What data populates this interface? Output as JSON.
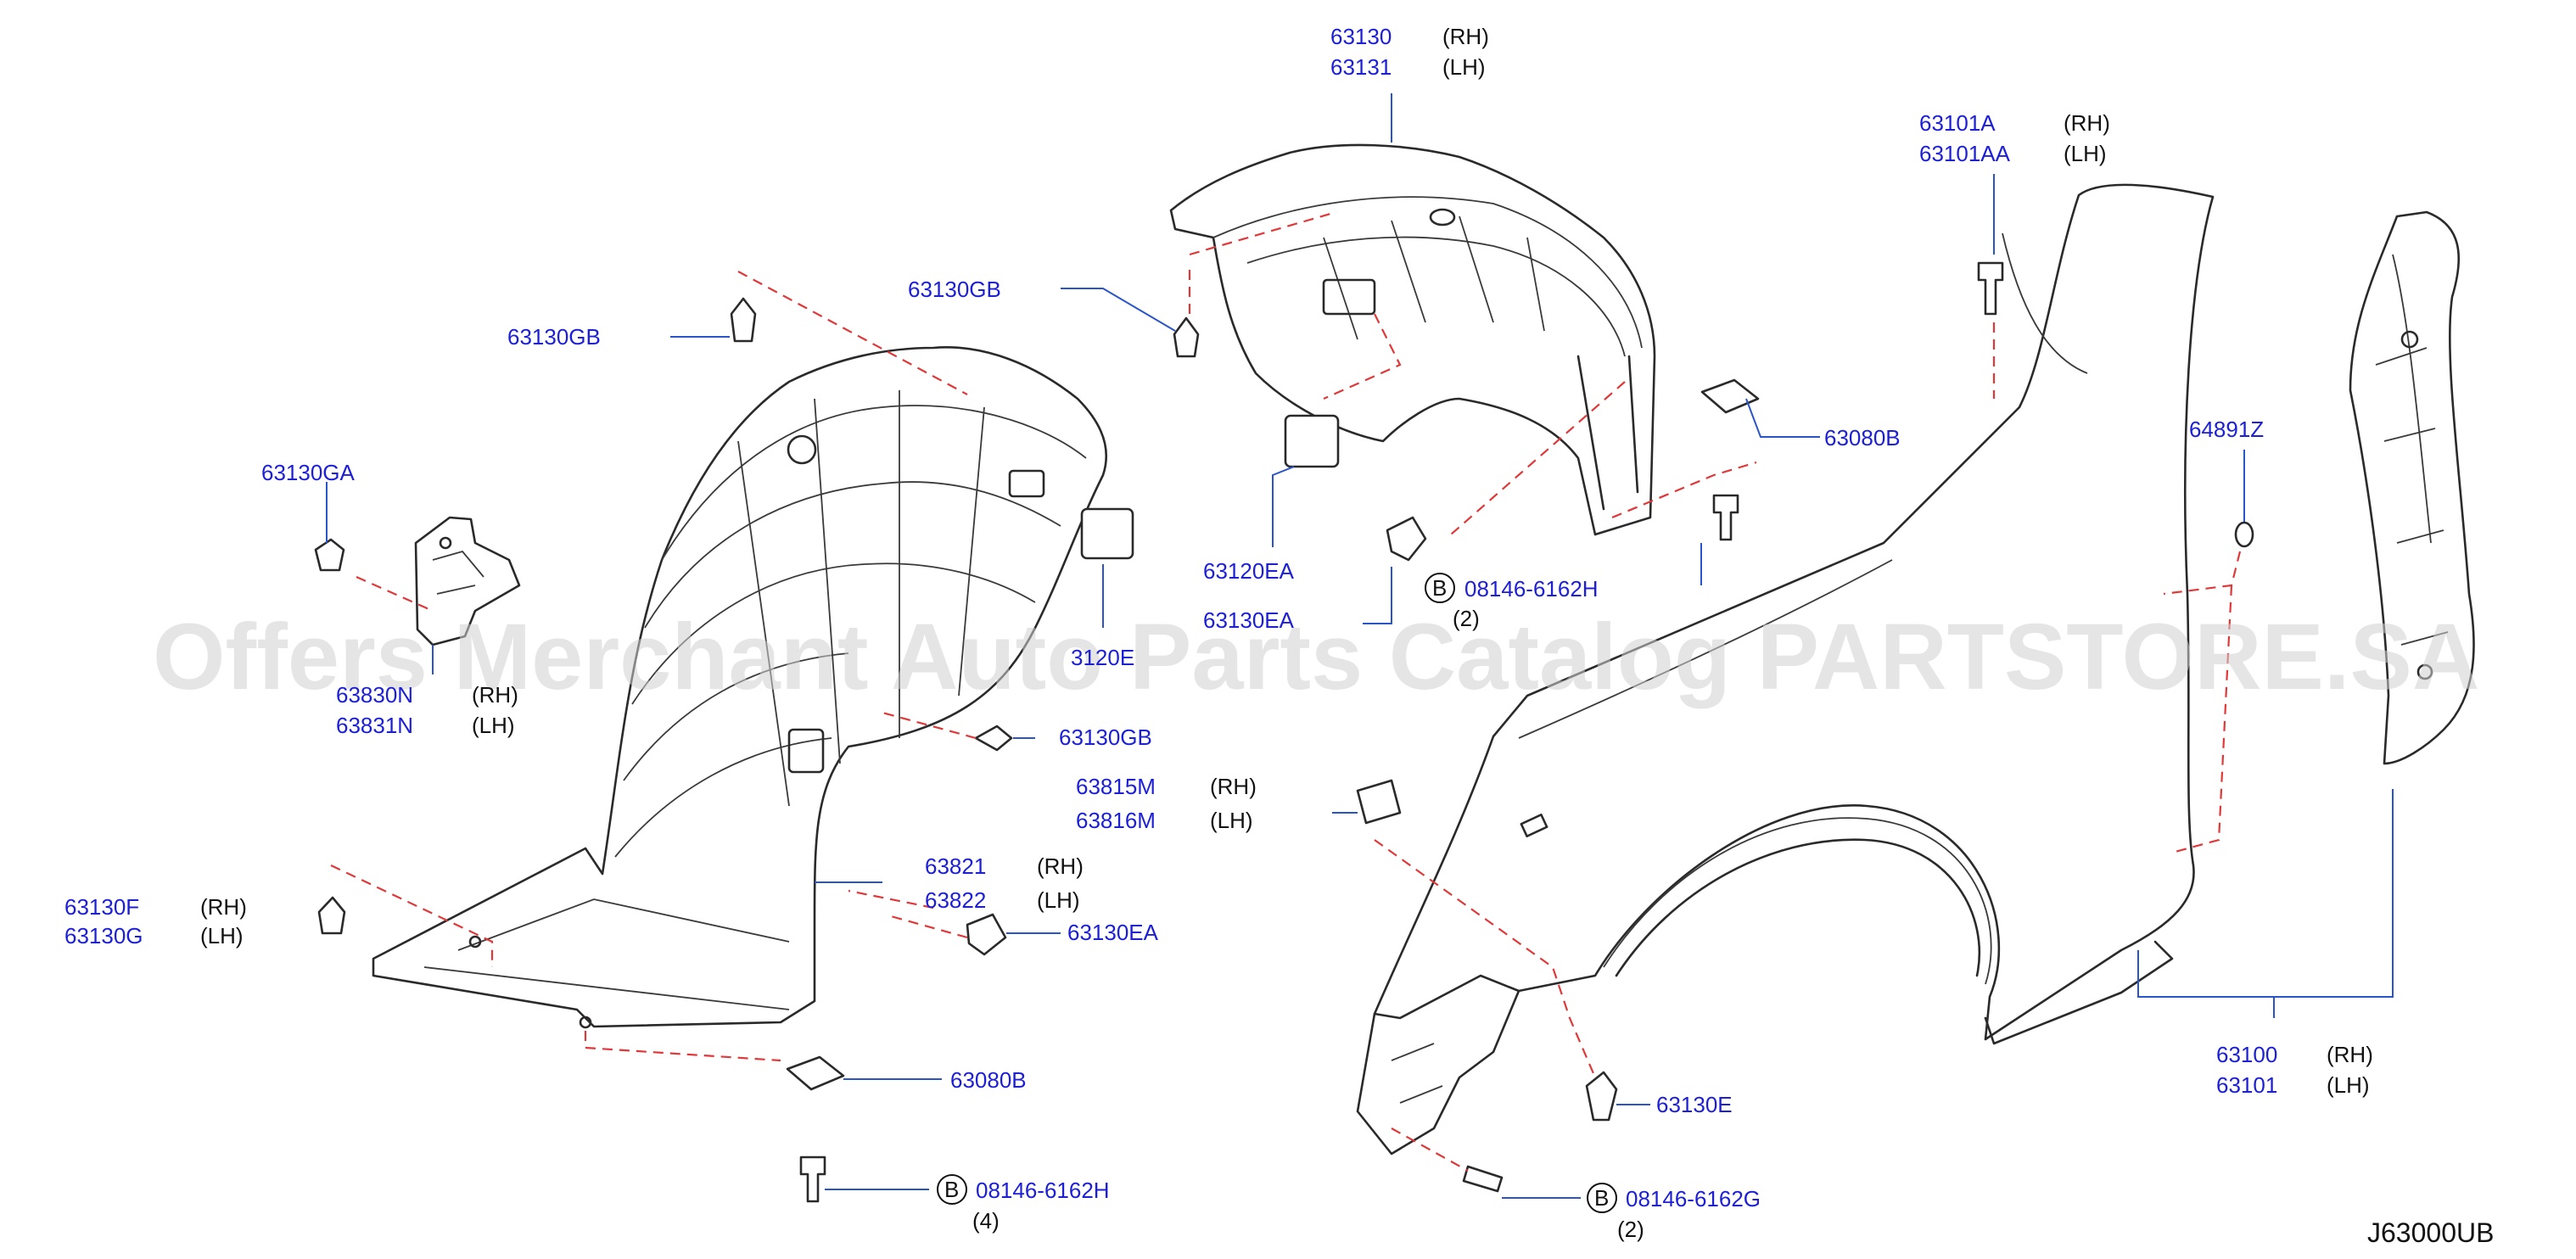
{
  "diagram_code": "J63000UB",
  "watermark": "Offers Merchant Auto Parts Catalog PARTSTORE.SA",
  "bolt_marker_letter": "B",
  "colors": {
    "part_number": "#1c1fd6",
    "leader_line": "#2a55c8",
    "dashed_guide": "#e03838",
    "part_outline": "#2a2a2a"
  },
  "callouts": {
    "c63130": {
      "number": "63130",
      "side": "(RH)"
    },
    "c63131": {
      "number": "63131",
      "side": "(LH)"
    },
    "c63101A": {
      "number": "63101A",
      "side": "(RH)"
    },
    "c63101AA": {
      "number": "63101AA",
      "side": "(LH)"
    },
    "c63130GB_upper": {
      "number": "63130GB"
    },
    "c63130GB_left": {
      "number": "63130GB"
    },
    "c63130GA": {
      "number": "63130GA"
    },
    "c63080B_upper": {
      "number": "63080B"
    },
    "c64891Z": {
      "number": "64891Z"
    },
    "c63120EA": {
      "number": "63120EA"
    },
    "c08146_upper": {
      "number": "08146-6162H",
      "qty": "(2)"
    },
    "c63130EA_upper": {
      "number": "63130EA"
    },
    "c63120E": {
      "number": "3120E"
    },
    "c63830N": {
      "number": "63830N",
      "side": "(RH)"
    },
    "c63831N": {
      "number": "63831N",
      "side": "(LH)"
    },
    "c63130GB_mid": {
      "number": "63130GB"
    },
    "c63815M": {
      "number": "63815M",
      "side": "(RH)"
    },
    "c63816M": {
      "number": "63816M",
      "side": "(LH)"
    },
    "c63821": {
      "number": "63821",
      "side": "(RH)"
    },
    "c63822": {
      "number": "63822",
      "side": "(LH)"
    },
    "c63130F": {
      "number": "63130F",
      "side": "(RH)"
    },
    "c63130G": {
      "number": "63130G",
      "side": "(LH)"
    },
    "c63130EA_lower": {
      "number": "63130EA"
    },
    "c63080B_lower": {
      "number": "63080B"
    },
    "c63100": {
      "number": "63100",
      "side": "(RH)"
    },
    "c63101": {
      "number": "63101",
      "side": "(LH)"
    },
    "c63130E": {
      "number": "63130E"
    },
    "c08146_lower_left": {
      "number": "08146-6162H",
      "qty": "(4)"
    },
    "c08146_lower_right": {
      "number": "08146-6162G",
      "qty": "(2)"
    }
  }
}
